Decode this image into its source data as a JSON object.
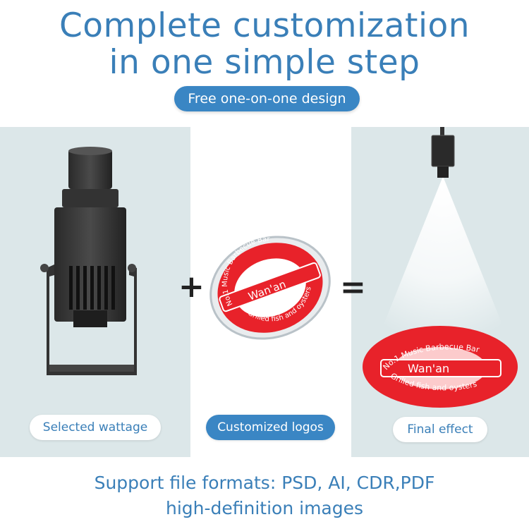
{
  "header": {
    "title_line1": "Complete customization",
    "title_line2": "in one simple step",
    "pill": "Free one-on-one design"
  },
  "panels": {
    "left": {
      "label": "Selected wattage"
    },
    "middle": {
      "label": "Customized logos"
    },
    "right": {
      "label": "Final effect"
    }
  },
  "operators": {
    "plus": "+",
    "equals": "="
  },
  "logo": {
    "top_text": "No.1 Music Barbecue Bar",
    "center_text": "Wan'an",
    "bottom_text": "Grilled fish and oysters"
  },
  "footer": {
    "line1": "Support file formats: PSD, AI, CDR,PDF",
    "line2": "high-definition images"
  },
  "colors": {
    "accent": "#3a86c4",
    "title": "#3a7fb8",
    "logo_red": "#e8222a",
    "panel_bg": "#dce7e9"
  }
}
